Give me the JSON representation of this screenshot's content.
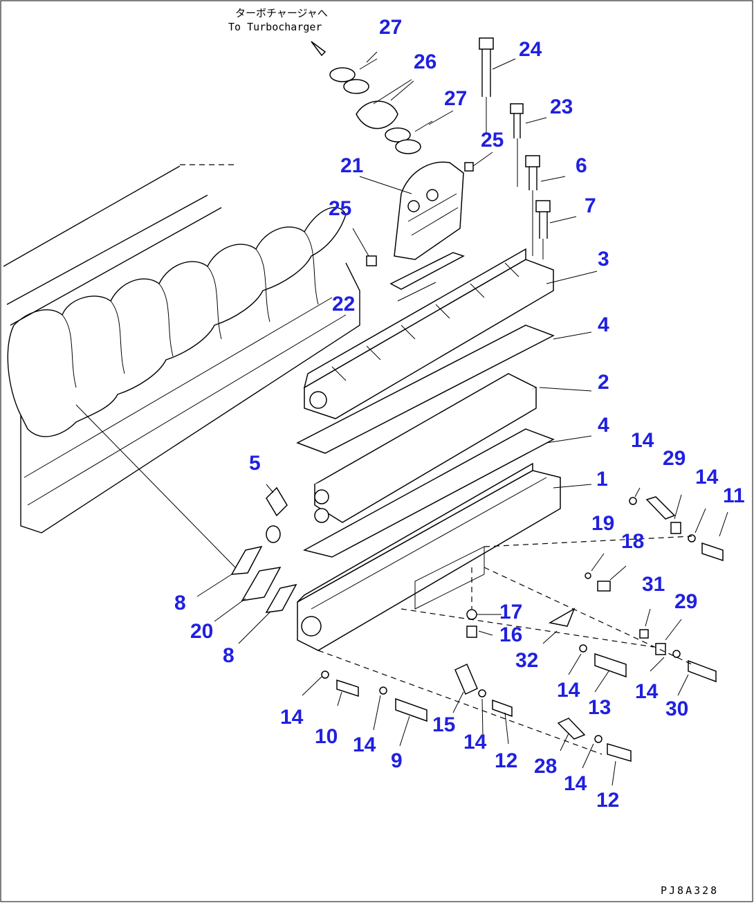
{
  "diagram": {
    "caption_jp": "ターボチャージャへ",
    "caption_en": "To Turbocharger",
    "figure_code": "PJ8A328",
    "labels": [
      "27",
      "26",
      "27",
      "24",
      "23",
      "25",
      "21",
      "25",
      "6",
      "7",
      "3",
      "22",
      "4",
      "2",
      "4",
      "5",
      "1",
      "14",
      "29",
      "14",
      "11",
      "19",
      "18",
      "31",
      "29",
      "17",
      "16",
      "32",
      "8",
      "20",
      "8",
      "14",
      "10",
      "14",
      "9",
      "15",
      "14",
      "12",
      "28",
      "14",
      "12",
      "14",
      "13",
      "14",
      "30"
    ]
  }
}
